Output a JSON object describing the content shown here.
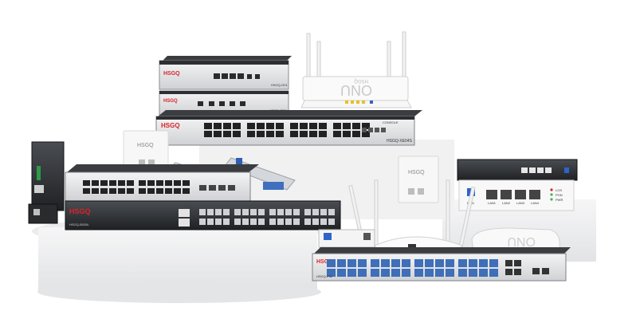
{
  "scene": {
    "brand": "HSGQ",
    "models": {
      "top_device": "HSGQ-G01",
      "second_device": "HSGQ-G02",
      "main_switch": "HSGQ-XE04S",
      "left_switch": "HSGQ-B028L",
      "bottom_olt": "HSGQ-P32",
      "onu_top": "ONU",
      "onu_right": "ONU"
    },
    "port_labels": {
      "right_box": [
        "PON",
        "LAN1",
        "LAN2",
        "LAN3",
        "LAN4"
      ],
      "right_box_leds": [
        "LOS",
        "PON",
        "PWR"
      ],
      "main_console": "CONSOLE"
    },
    "colors": {
      "brand_red": "#d8242a",
      "chassis_dark": "#2e3034",
      "chassis_light": "#e9eaec",
      "port_blue": "#3e6fb8",
      "platform": "#eeeeef"
    }
  }
}
